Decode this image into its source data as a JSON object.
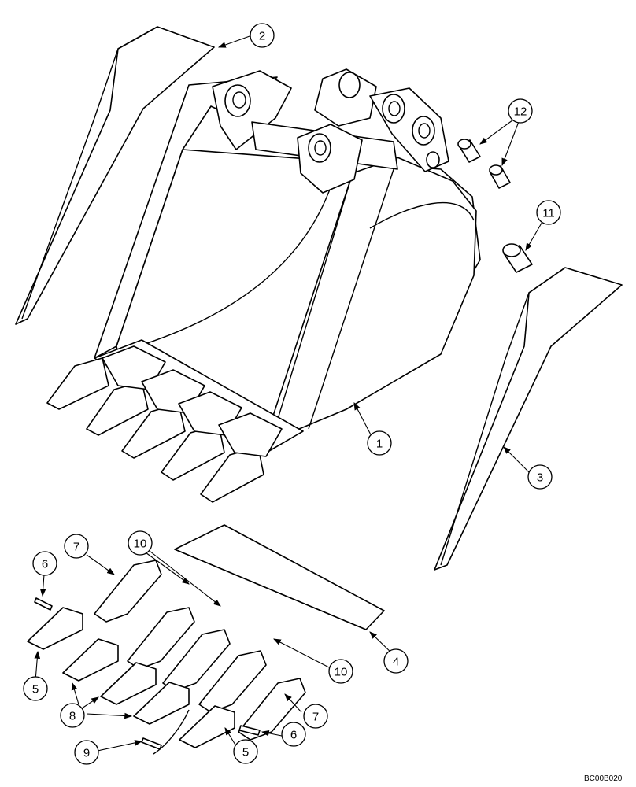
{
  "drawing_code": "BC00B020",
  "callouts": [
    "1",
    "2",
    "3",
    "4",
    "5",
    "5",
    "6",
    "6",
    "7",
    "7",
    "8",
    "9",
    "10",
    "10",
    "11",
    "12"
  ]
}
